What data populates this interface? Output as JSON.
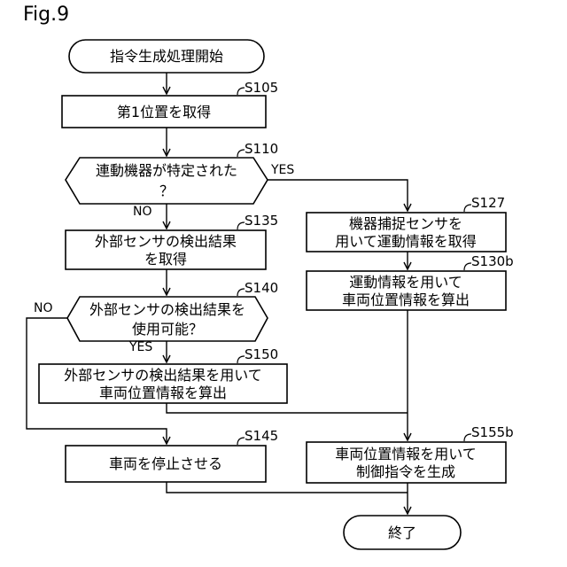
{
  "figure_label": "Fig.9",
  "nodes": {
    "start": {
      "text": [
        "指令生成処理開始"
      ]
    },
    "s105": {
      "step": "S105",
      "text": [
        "第1位置を取得"
      ]
    },
    "s110": {
      "step": "S110",
      "text": [
        "連動機器が特定された",
        "？"
      ]
    },
    "s135": {
      "step": "S135",
      "text": [
        "外部センサの検出結果",
        "を取得"
      ]
    },
    "s140": {
      "step": "S140",
      "text": [
        "外部センサの検出結果を",
        "使用可能？"
      ]
    },
    "s150": {
      "step": "S150",
      "text": [
        "外部センサの検出結果を用いて",
        "車両位置情報を算出"
      ]
    },
    "s145": {
      "step": "S145",
      "text": [
        "車両を停止させる"
      ]
    },
    "s127": {
      "step": "S127",
      "text": [
        "機器捕捉センサを",
        "用いて運動情報を取得"
      ]
    },
    "s130b": {
      "step": "S130b",
      "text": [
        "運動情報を用いて",
        "車両位置情報を算出"
      ]
    },
    "s155b": {
      "step": "S155b",
      "text": [
        "車両位置情報を用いて",
        "制御指令を生成"
      ]
    },
    "end": {
      "text": [
        "終了"
      ]
    }
  },
  "branches": {
    "s110_yes": "YES",
    "s110_no": "NO",
    "s140_yes": "YES",
    "s140_no": "NO"
  }
}
